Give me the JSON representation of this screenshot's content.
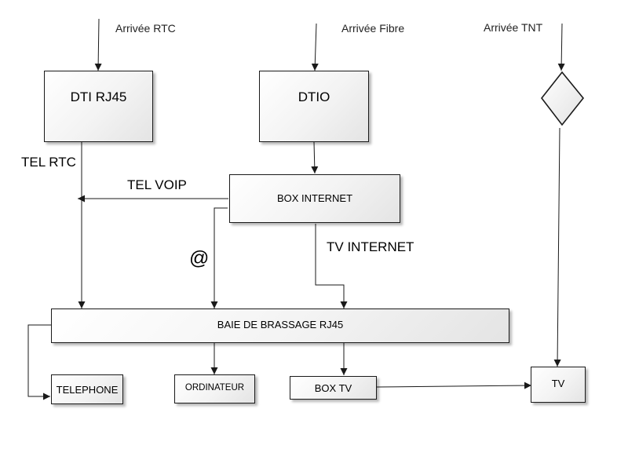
{
  "sources": {
    "rtc": "Arrivée RTC",
    "fibre": "Arrivée Fibre",
    "tnt": "Arrivée TNT"
  },
  "nodes": {
    "dti_rj45": "DTI RJ45",
    "dtio": "DTIO",
    "box_internet": "BOX INTERNET",
    "baie": "BAIE DE BRASSAGE RJ45",
    "telephone": "TELEPHONE",
    "ordinateur": "ORDINATEUR",
    "box_tv": "BOX TV",
    "tv": "TV"
  },
  "links": {
    "tel_rtc": "TEL RTC",
    "tel_voip": "TEL VOIP",
    "internet": "@",
    "tv_internet": "TV INTERNET"
  }
}
